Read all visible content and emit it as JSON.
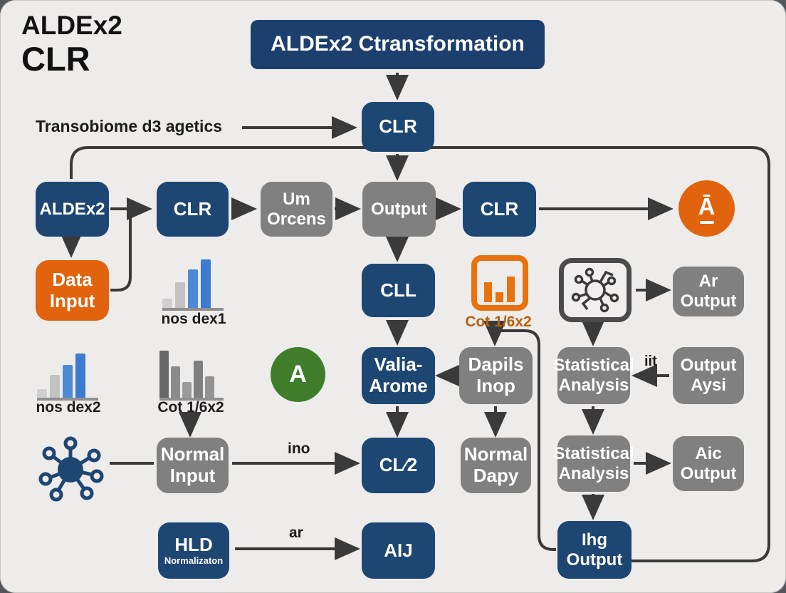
{
  "page_title": {
    "line1": "ALDEx2",
    "line2": "CLR"
  },
  "banner": {
    "label": "ALDEx2 Ctransformation",
    "color": "#1c3f6e"
  },
  "annotations": {
    "transobiome": "Transobiome d3 agetics",
    "ino": "ino",
    "ar": "ar",
    "iit": "iit"
  },
  "colors": {
    "blue": "#1e4673",
    "gray": "#808080",
    "orange": "#e2630d",
    "green": "#3f7d2b",
    "arrow": "#3a3a3a",
    "background": "#edecea"
  },
  "nodes": {
    "top_clr": "CLR",
    "aldex2": "ALDEx2",
    "clr_row2": "CLR",
    "um_orcens": "Um\nOrcens",
    "output": "Output",
    "clr_row2b": "CLR",
    "a_macron_circle": "Ā",
    "data_input": "Data\nInput",
    "cll": "CLL",
    "ar_output": "Ar\nOutput",
    "green_a_circle": "A",
    "valia_arome": "Valia-\nArome",
    "dapils_inop": "Dapils\nInop",
    "statistical_analysis_1": "Statistical\nAnalysis",
    "output_aysi": "Output\nAysi",
    "normal_input": "Normal\nInput",
    "cl2": "CL⁄2",
    "normal_dapy": "Normal\nDapy",
    "statistical_analysis_2": "Statistical\nAnalysis",
    "aic_output": "Aic\nOutput",
    "hld_title": "HLD",
    "hld_sub": "Normalizaton",
    "aij": "AIJ",
    "ihg_output": "Ihg\nOutput"
  },
  "icon_labels": {
    "nos_dex1": "nos dex1",
    "nos_dex2": "nos dex2",
    "cot_gray": "Cot 1/6x2",
    "cot_orange": "Cot 1/6x2"
  }
}
